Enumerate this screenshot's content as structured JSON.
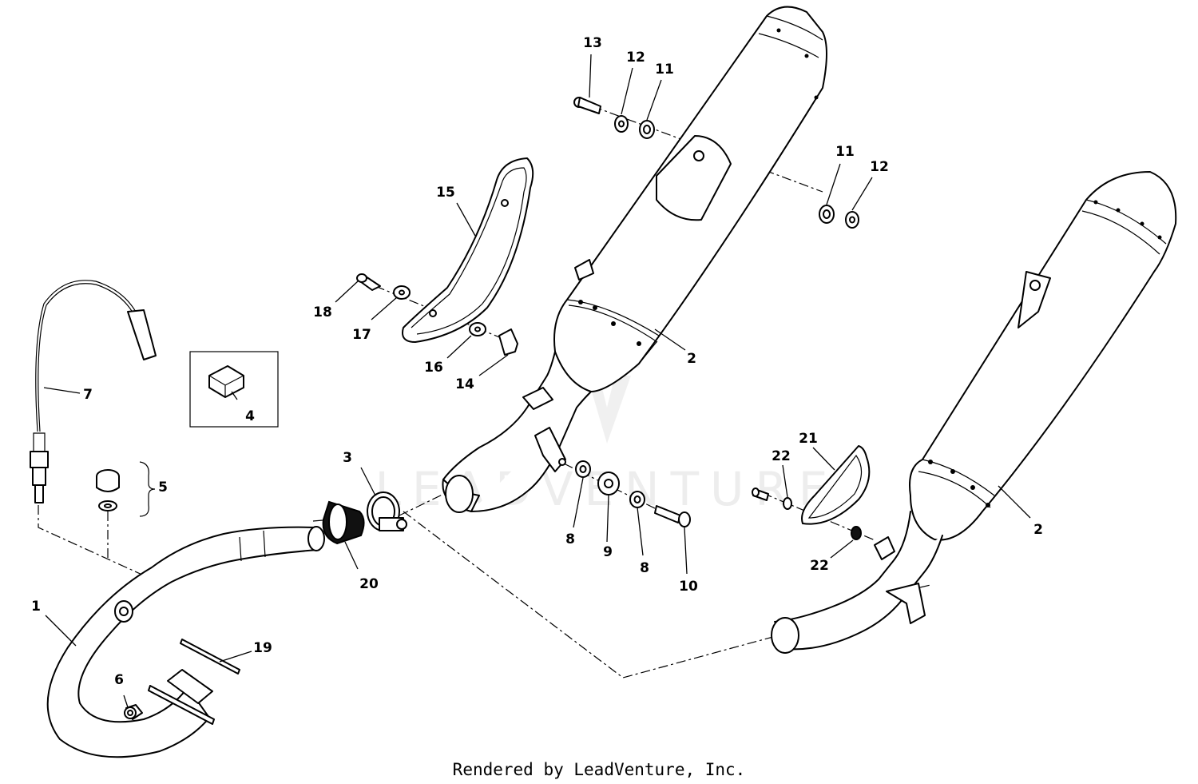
{
  "diagram": {
    "callouts": {
      "c1": "1",
      "c2a": "2",
      "c2b": "2",
      "c3": "3",
      "c4": "4",
      "c5": "5",
      "c6": "6",
      "c7": "7",
      "c8a": "8",
      "c8b": "8",
      "c9": "9",
      "c10": "10",
      "c11a": "11",
      "c11b": "11",
      "c12a": "12",
      "c12b": "12",
      "c13": "13",
      "c14": "14",
      "c15": "15",
      "c16": "16",
      "c17": "17",
      "c18": "18",
      "c19": "19",
      "c20": "20",
      "c21": "21",
      "c22a": "22",
      "c22b": "22"
    },
    "watermark": "LEADVENTURE",
    "footer": "Rendered by LeadVenture, Inc."
  }
}
